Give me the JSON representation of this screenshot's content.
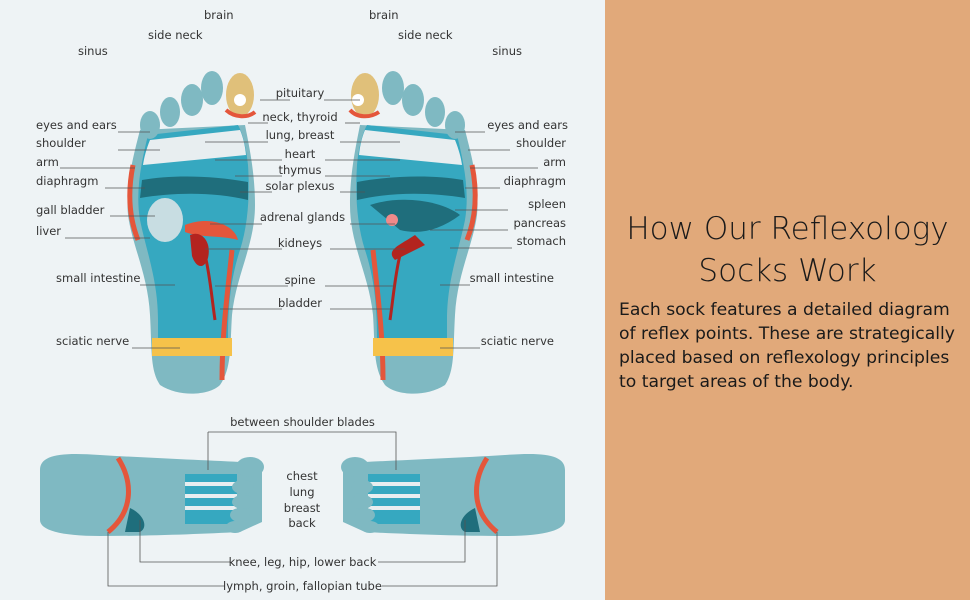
{
  "title": {
    "line1": "How Our Reflexology",
    "line2": "Socks Work"
  },
  "description": "Each sock features a detailed diagram of reflex points. These are strategically placed based on reflexology principles to target areas of the body.",
  "colors": {
    "panel": "#e1a97a",
    "foot": "#7fb9c2",
    "zone": "#36a8c0",
    "accent_red": "#e4563b",
    "accent_yellow": "#f6c24a"
  },
  "labels": {
    "left_side": [
      "sinus",
      "eyes and ears",
      "shoulder",
      "arm",
      "diaphragm",
      "gall bladder",
      "liver",
      "small intestine",
      "sciatic nerve"
    ],
    "right_side": [
      "sinus",
      "eyes and ears",
      "shoulder",
      "arm",
      "diaphragm",
      "spleen",
      "pancreas",
      "stomach",
      "small intestine",
      "sciatic nerve"
    ],
    "brain": "brain",
    "side_neck": "side neck",
    "center": [
      "pituitary",
      "neck, thyroid",
      "lung, breast",
      "heart",
      "thymus",
      "solar plexus",
      "adrenal glands",
      "kidneys",
      "spine",
      "bladder"
    ],
    "top_feet": {
      "between_shoulder_blades": "between shoulder blades",
      "chest": "chest",
      "lung": "lung",
      "breast": "breast",
      "back": "back",
      "knee": "knee, leg, hip, lower back",
      "lymph": "lymph, groin, fallopian tube"
    }
  }
}
